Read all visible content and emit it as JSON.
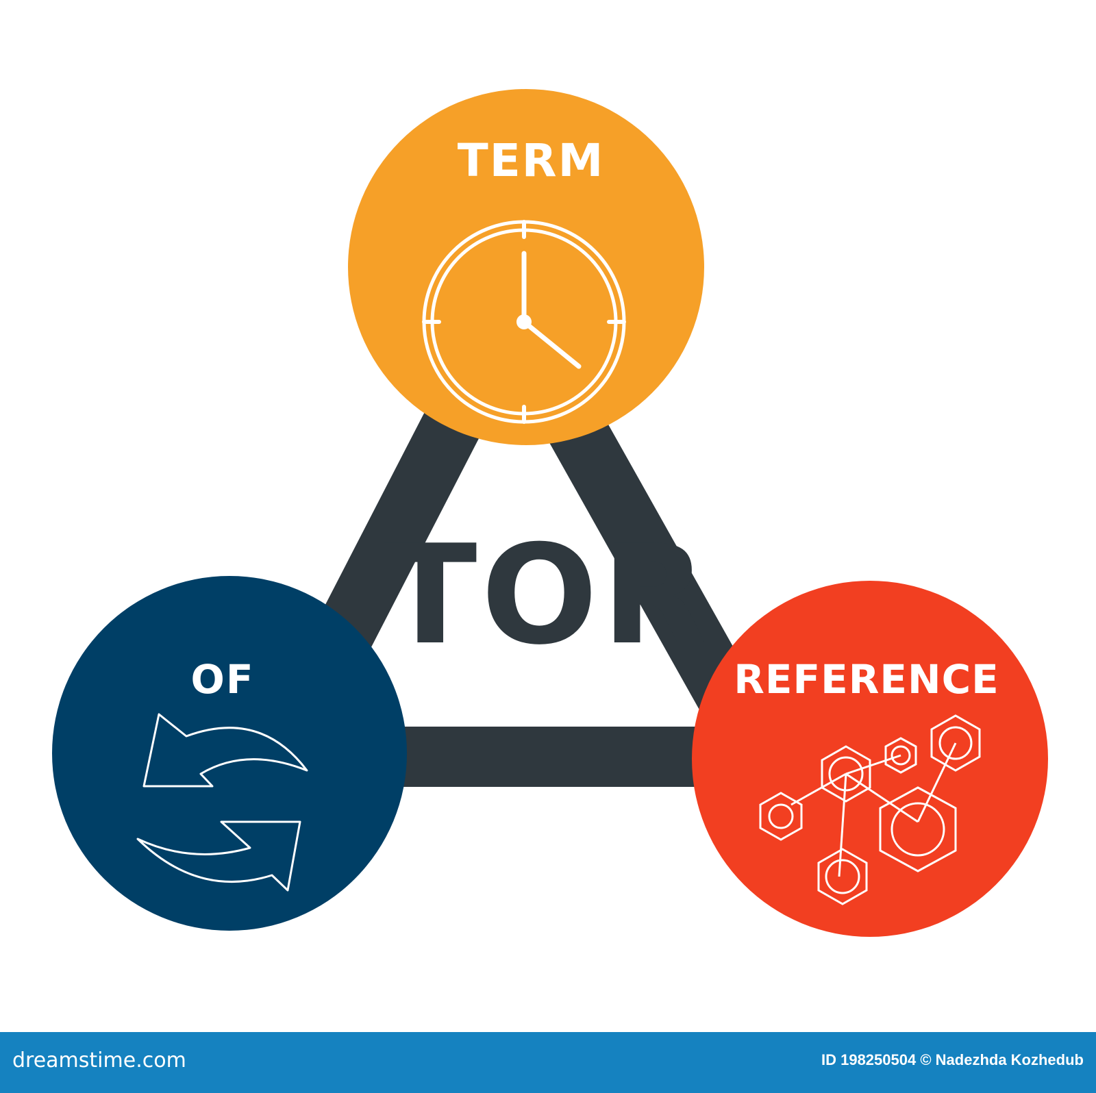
{
  "diagram": {
    "center_title": "TOR",
    "nodes": [
      {
        "label": "TERM",
        "icon": "clock-icon",
        "color": "#f6a028"
      },
      {
        "label": "OF",
        "icon": "exchange-arrows-icon",
        "color": "#003f66"
      },
      {
        "label": "REFERENCE",
        "icon": "molecule-icon",
        "color": "#f23f21"
      }
    ],
    "connector_color": "#2f383e"
  },
  "footer": {
    "brand": "dreamstime.com",
    "id_text": "ID 198250504 © Nadezhda Kozhedub",
    "background": "#1582c0"
  }
}
